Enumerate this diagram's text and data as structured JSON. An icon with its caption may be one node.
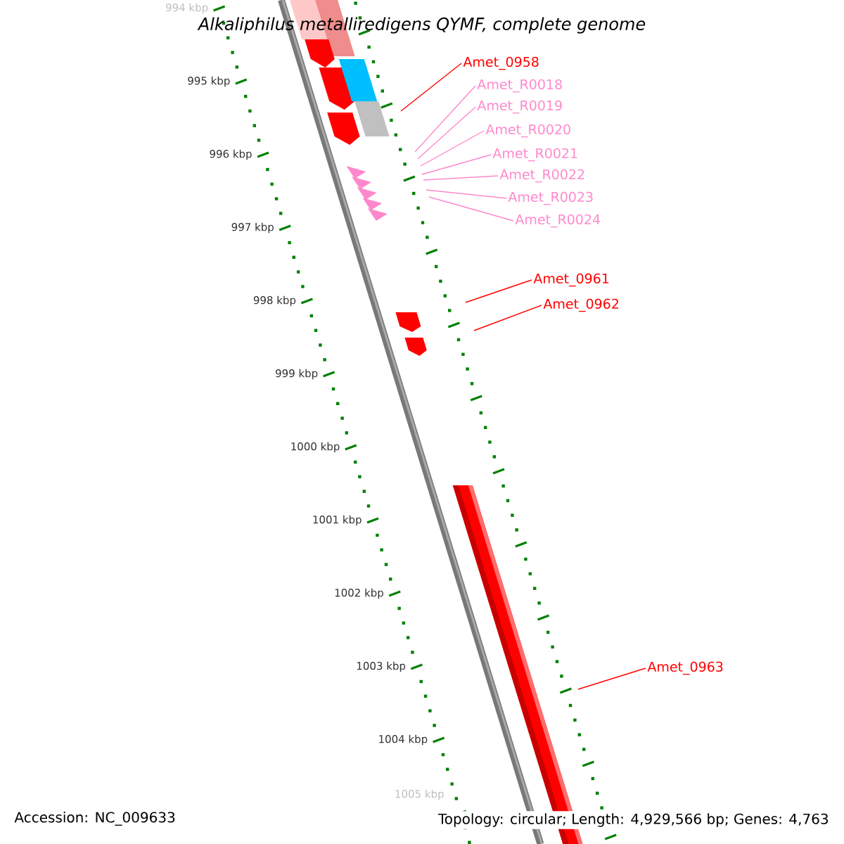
{
  "diagram": {
    "title": "Alkaliphilus metalliredigens QYMF, complete genome",
    "nodes": [
      {
        "text": [
          "Amet_0958"
        ]
      },
      {
        "text": [
          "Amet_R0018"
        ]
      },
      {
        "text": [
          "Amet_R0019"
        ]
      },
      {
        "text": [
          "Amet_R0020"
        ]
      },
      {
        "text": [
          "Amet_R0021"
        ]
      },
      {
        "text": [
          "Amet_R0022"
        ]
      },
      {
        "text": [
          "Amet_R0023"
        ]
      },
      {
        "text": [
          "Amet_R0024"
        ]
      },
      {
        "text": [
          "Amet_0961"
        ]
      },
      {
        "text": [
          "Amet_0962"
        ]
      },
      {
        "text": [
          "Amet_0963"
        ]
      }
    ],
    "edges": [
      {
        "from": 0,
        "to": null,
        "arrow": "none",
        "color": "#ff0000"
      },
      {
        "from": 1,
        "to": null,
        "arrow": "none"
      },
      {
        "from": 2,
        "to": null,
        "arrow": "none"
      },
      {
        "from": 3,
        "to": null,
        "arrow": "none"
      },
      {
        "from": 4,
        "to": null,
        "arrow": "none"
      },
      {
        "from": 5,
        "to": null,
        "arrow": "none"
      },
      {
        "from": 6,
        "to": null,
        "arrow": "none"
      },
      {
        "from": 7,
        "to": null,
        "arrow": "none"
      },
      {
        "from": 8,
        "to": null,
        "arrow": "none",
        "color": "#ff0000"
      },
      {
        "from": 9,
        "to": null,
        "arrow": "none",
        "color": "#ff0000"
      },
      {
        "from": 10,
        "to": null,
        "arrow": "none",
        "color": "#ff0000"
      }
    ],
    "labels": [
      "994 kbp",
      "995 kbp",
      "996 kbp",
      "997 kbp",
      "998 kbp",
      "999 kbp",
      "1000 kbp",
      "1001 kbp",
      "1002 kbp",
      "1003 kbp",
      "1004 kbp",
      "1005 kbp",
      "Accession: NC_009633",
      "Topology: circular; Length: 4,929,566 bp; Genes: 4,763"
    ]
  }
}
